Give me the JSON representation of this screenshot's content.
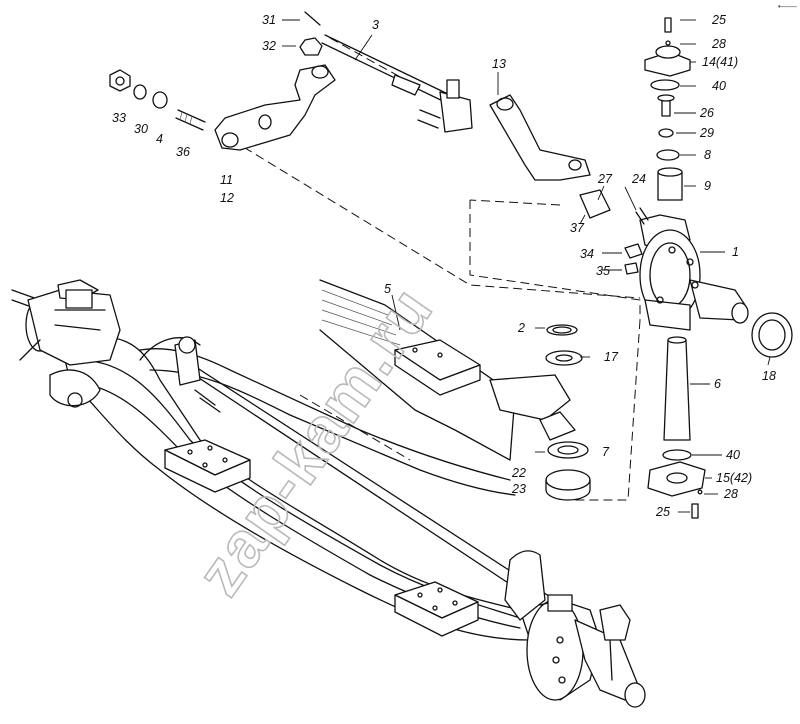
{
  "watermark": "zap-kam.ru",
  "corner_mark": "•——",
  "callouts": [
    {
      "id": "c31",
      "text": "31"
    },
    {
      "id": "c3",
      "text": "3"
    },
    {
      "id": "c32",
      "text": "32"
    },
    {
      "id": "c33",
      "text": "33"
    },
    {
      "id": "c30",
      "text": "30"
    },
    {
      "id": "c4",
      "text": "4"
    },
    {
      "id": "c36",
      "text": "36"
    },
    {
      "id": "c11",
      "text": "11"
    },
    {
      "id": "c12",
      "text": "12"
    },
    {
      "id": "c13",
      "text": "13"
    },
    {
      "id": "c27",
      "text": "27"
    },
    {
      "id": "c37",
      "text": "37"
    },
    {
      "id": "c24",
      "text": "24"
    },
    {
      "id": "c25a",
      "text": "25"
    },
    {
      "id": "c28a",
      "text": "28"
    },
    {
      "id": "c14",
      "text": "14(41)"
    },
    {
      "id": "c40a",
      "text": "40"
    },
    {
      "id": "c26",
      "text": "26"
    },
    {
      "id": "c29",
      "text": "29"
    },
    {
      "id": "c8",
      "text": "8"
    },
    {
      "id": "c9",
      "text": "9"
    },
    {
      "id": "c1",
      "text": "1"
    },
    {
      "id": "c34",
      "text": "34"
    },
    {
      "id": "c35",
      "text": "35"
    },
    {
      "id": "c5",
      "text": "5"
    },
    {
      "id": "c2",
      "text": "2"
    },
    {
      "id": "c17",
      "text": "17"
    },
    {
      "id": "c6",
      "text": "6"
    },
    {
      "id": "c18",
      "text": "18"
    },
    {
      "id": "c7",
      "text": "7"
    },
    {
      "id": "c40b",
      "text": "40"
    },
    {
      "id": "c22",
      "text": "22"
    },
    {
      "id": "c23",
      "text": "23"
    },
    {
      "id": "c15",
      "text": "15(42)"
    },
    {
      "id": "c28b",
      "text": "28"
    },
    {
      "id": "c25b",
      "text": "25"
    }
  ]
}
